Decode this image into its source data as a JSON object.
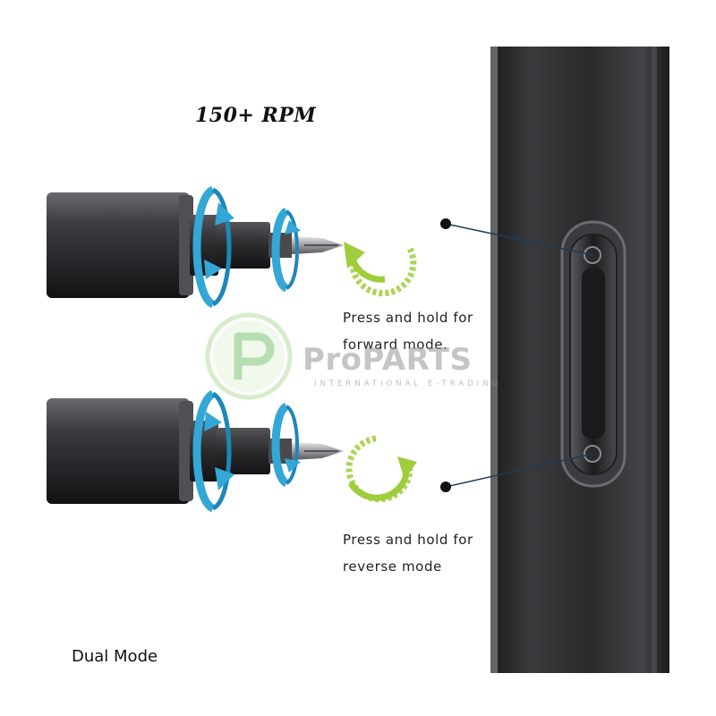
{
  "headline": "150+ RPM",
  "captions": {
    "forward_line1": "Press and hold for",
    "forward_line2": "forward mode.",
    "reverse_line1": "Press and hold for",
    "reverse_line2": "reverse mode"
  },
  "footer_label": "Dual Mode",
  "watermark": {
    "brand": "ProPARTS",
    "tagline": "INTERNATIONAL E-TRADING"
  },
  "colors": {
    "rotation_arrow": "#33a7d6",
    "direction_arrow": "#9fcd3b",
    "body": "#2c2c2e",
    "watermark_logo": "#bfe3b0"
  },
  "icons": [
    "rotation-arrow-icon",
    "forward-direction-icon",
    "reverse-direction-icon",
    "watermark-logo-icon"
  ]
}
